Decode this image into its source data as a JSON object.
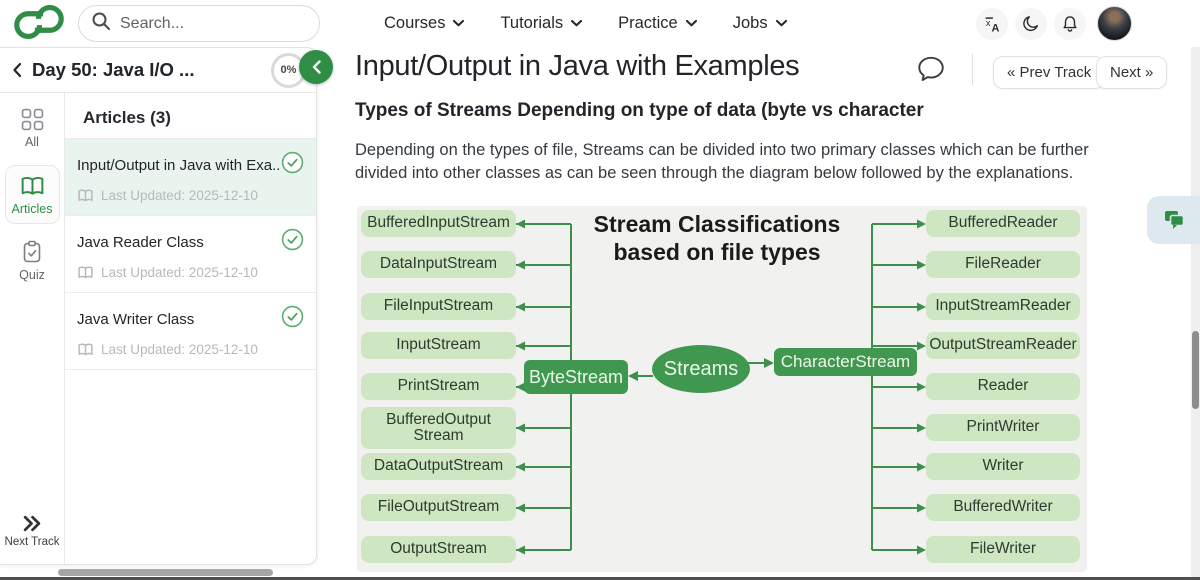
{
  "navbar": {
    "search_placeholder": "Search...",
    "menu": [
      {
        "label": "Courses"
      },
      {
        "label": "Tutorials"
      },
      {
        "label": "Practice"
      },
      {
        "label": "Jobs"
      }
    ]
  },
  "sidebar": {
    "track_title": "Day 50: Java I/O ...",
    "progress": "0%",
    "tabs": [
      {
        "label": "All"
      },
      {
        "label": "Articles"
      },
      {
        "label": "Quiz"
      }
    ],
    "active_tab": "Articles",
    "list_header": "Articles (3)",
    "articles": [
      {
        "title": "Input/Output in Java with Exa...",
        "updated": "Last Updated: 2025-12-10",
        "completed": true
      },
      {
        "title": "Java Reader Class",
        "updated": "Last Updated: 2025-12-10",
        "completed": true
      },
      {
        "title": "Java Writer Class",
        "updated": "Last Updated: 2025-12-10",
        "completed": true
      }
    ],
    "next_track_label": "Next Track"
  },
  "main": {
    "title": "Input/Output in Java with Examples",
    "prev_button": "« Prev Track",
    "next_button": "Next »",
    "section_heading": "Types of Streams Depending on type of data (byte vs character",
    "paragraph": "Depending on the types of file, Streams can be divided into two primary classes which can be further divided into other classes as can be seen through the diagram below followed by the explanations."
  },
  "diagram": {
    "title_line1": "Stream Classifications",
    "title_line2": "based on file types",
    "root": "Streams",
    "byte_branch": "ByteStream",
    "char_branch": "CharacterStream",
    "byte_children": [
      "BufferedInputStream",
      "DataInputStream",
      "FileInputStream",
      "InputStream",
      "PrintStream",
      "BufferedOutput Stream",
      "DataOutputStream",
      "FileOutputStream",
      "OutputStream"
    ],
    "char_children": [
      "BufferedReader",
      "FileReader",
      "InputStreamReader",
      "OutputStreamReader",
      "Reader",
      "PrintWriter",
      "Writer",
      "BufferedWriter",
      "FileWriter"
    ],
    "colors": {
      "light_box": "#cfe6c2",
      "dark_box": "#3f9750",
      "arrow": "#3e8e4e",
      "background": "#f1f1ef"
    }
  },
  "colors": {
    "brand_green": "#2f8d46"
  }
}
